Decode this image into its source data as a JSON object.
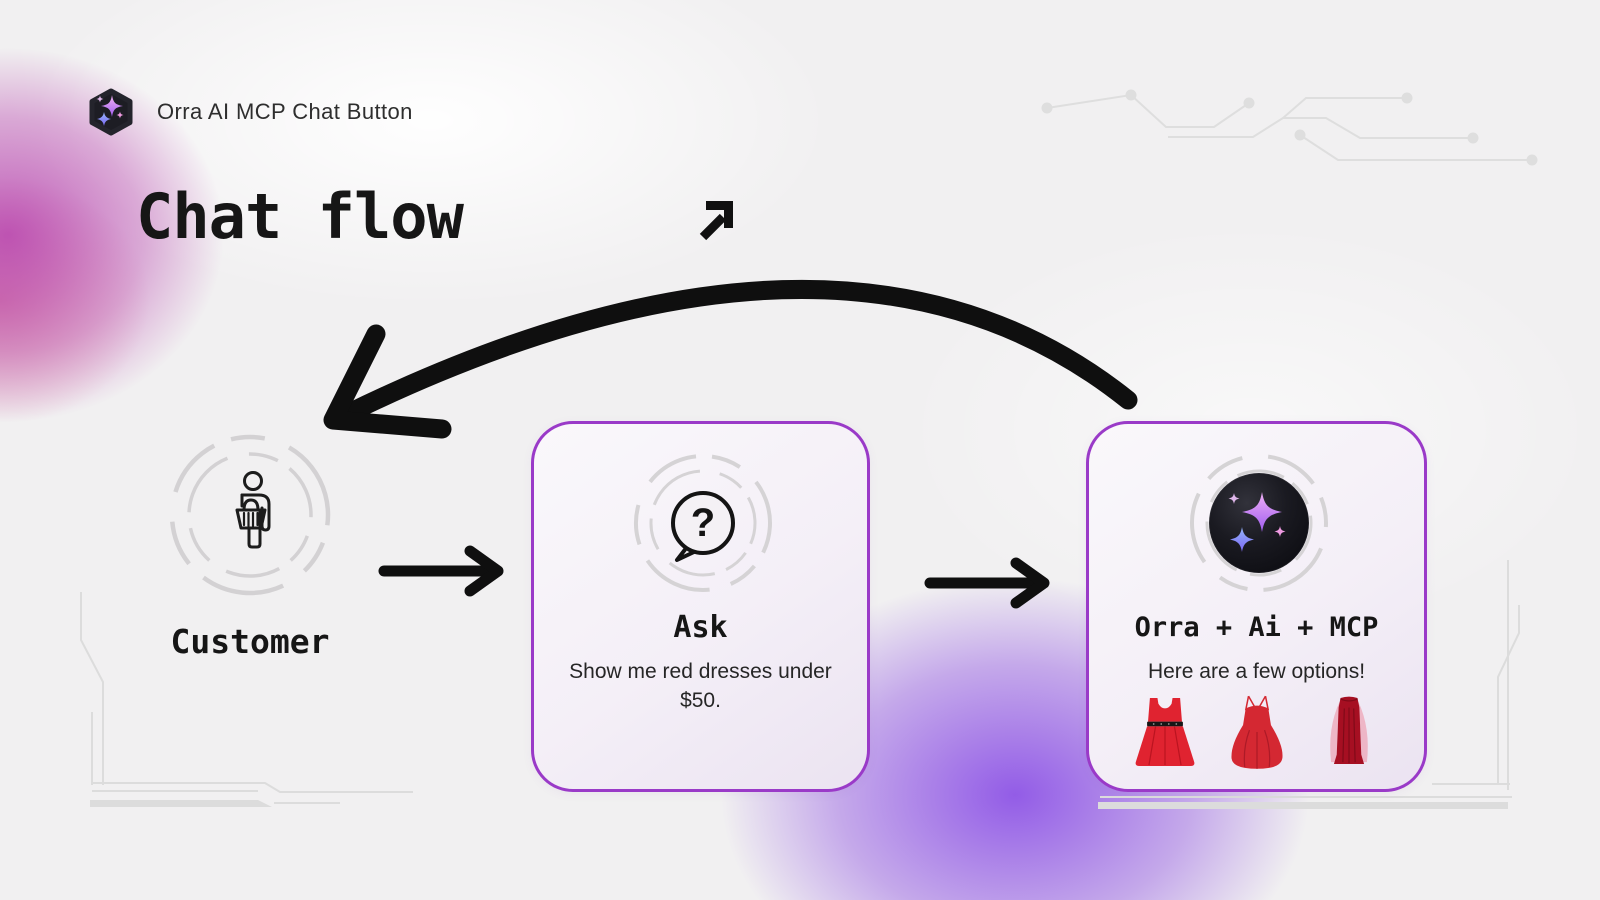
{
  "header": {
    "app_title": "Orra AI MCP Chat Button",
    "logo_icon": "sparkles-hexagon-icon"
  },
  "page": {
    "title": "Chat flow",
    "corner_icon": "arrow-up-right-icon"
  },
  "flow": {
    "customer": {
      "label": "Customer",
      "icon": "person-with-basket-icon"
    },
    "ask": {
      "title": "Ask",
      "message": "Show me red dresses under $50.",
      "icon": "question-speech-bubble-icon",
      "icon_glyph": "?"
    },
    "result": {
      "title": "Orra + Ai + MCP",
      "message": "Here are a few options!",
      "icon": "ai-sparkles-badge-icon",
      "dress_icons": [
        "red-belted-dress-icon",
        "red-gown-dress-icon",
        "dark-red-sheer-gown-icon"
      ]
    },
    "connectors": [
      "arrow-customer-to-ask",
      "arrow-ask-to-result",
      "curved-arrow-result-to-customer"
    ]
  },
  "colors": {
    "background": "#f1f0f1",
    "card_border": "#9a3ac8",
    "arrow_black": "#0f0f0f",
    "ring_gray": "#d3d1d3",
    "circuit_gray": "#dedede",
    "blob_purple": "#7b37e4",
    "blob_magenta": "#b63eac",
    "sparkle_pink": "#e9aef4",
    "sparkle_purple": "#9f5cf0",
    "sparkle_blue": "#7b8ff5",
    "dress_red": "#e02330",
    "dress_dark_red": "#a60f22"
  }
}
